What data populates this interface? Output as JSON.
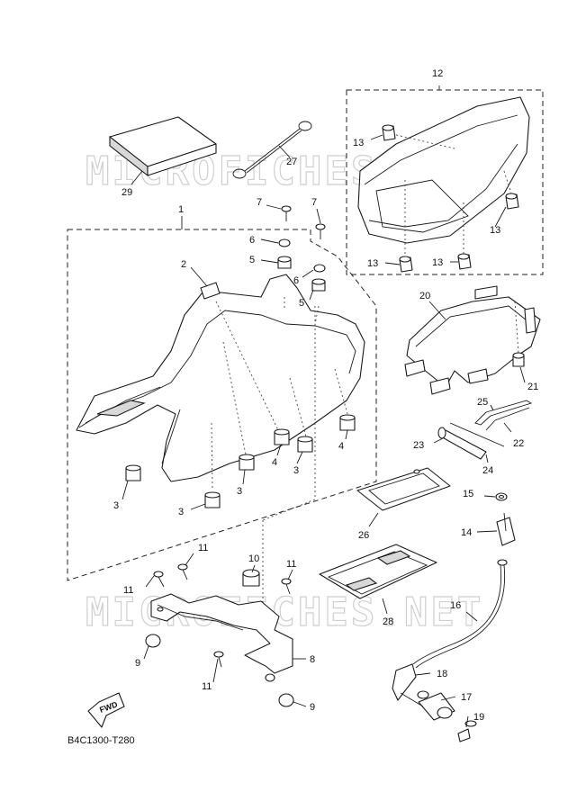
{
  "watermark": "MICROFICHES.NET",
  "diagram_code": "B4C1300-T280",
  "fwd_label": "FWD",
  "callouts": {
    "n1": "1",
    "n2": "2",
    "n3a": "3",
    "n3b": "3",
    "n3c": "3",
    "n3d": "3",
    "n4a": "4",
    "n4b": "4",
    "n5a": "5",
    "n5b": "5",
    "n6a": "6",
    "n6b": "6",
    "n7a": "7",
    "n7b": "7",
    "n8": "8",
    "n9a": "9",
    "n9b": "9",
    "n10": "10",
    "n11a": "11",
    "n11b": "11",
    "n11c": "11",
    "n11d": "11",
    "n12": "12",
    "n13a": "13",
    "n13b": "13",
    "n13c": "13",
    "n13d": "13",
    "n14": "14",
    "n15": "15",
    "n16": "16",
    "n17": "17",
    "n18": "18",
    "n19": "19",
    "n20": "20",
    "n21": "21",
    "n22": "22",
    "n23": "23",
    "n24": "24",
    "n25": "25",
    "n26": "26",
    "n27": "27",
    "n28": "28",
    "n29": "29"
  }
}
